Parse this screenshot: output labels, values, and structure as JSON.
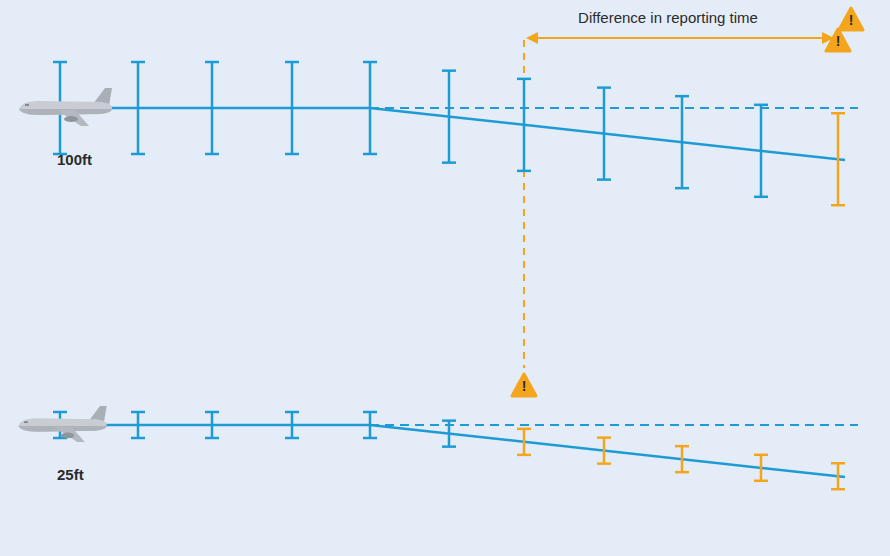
{
  "diagram": {
    "labels": [
      "Difference in reporting time",
      "100ft",
      "25ft",
      "!",
      "!",
      "!"
    ]
  }
}
